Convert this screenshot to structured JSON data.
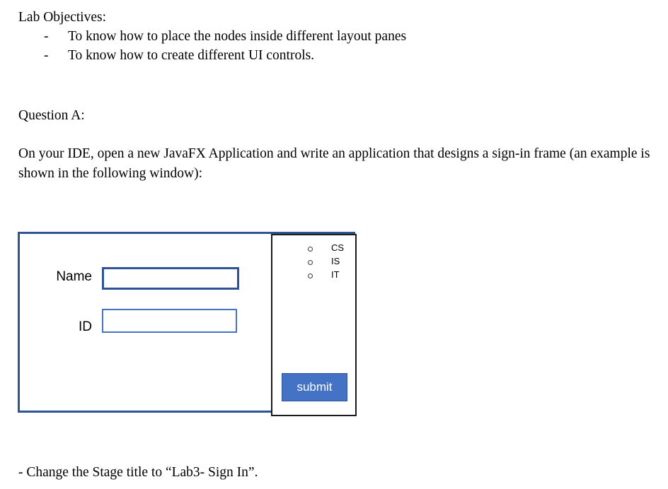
{
  "document": {
    "objectives_heading": "Lab Objectives:",
    "objectives": [
      {
        "dash": "-",
        "text": "To know how to place the nodes inside different layout panes"
      },
      {
        "dash": "-",
        "text": "To know how to create different UI controls."
      }
    ],
    "question_heading": "Question A:",
    "question_body": "On your IDE, open a new JavaFX Application and write an application that designs a sign-in frame (an example is shown in the following window):",
    "closing_note": "- Change the Stage title to “Lab3- Sign In”."
  },
  "mockup": {
    "name_label": "Name",
    "name_value": "",
    "name_placeholder": "",
    "id_label": "ID",
    "id_value": "",
    "id_placeholder": "",
    "radio_options": [
      {
        "label": "CS",
        "icon": "radio-circle-icon",
        "selected": false
      },
      {
        "label": "IS",
        "icon": "radio-circle-icon",
        "selected": false
      },
      {
        "label": "IT",
        "icon": "radio-circle-icon",
        "selected": false
      }
    ],
    "submit_label": "submit",
    "colors": {
      "frame_border": "#2E5496",
      "panel_border": "#1A1A1A",
      "name_field_border": "#2E5496",
      "id_field_border": "#4472C4",
      "submit_background": "#4472C4",
      "submit_text": "#FFFFFF"
    }
  }
}
